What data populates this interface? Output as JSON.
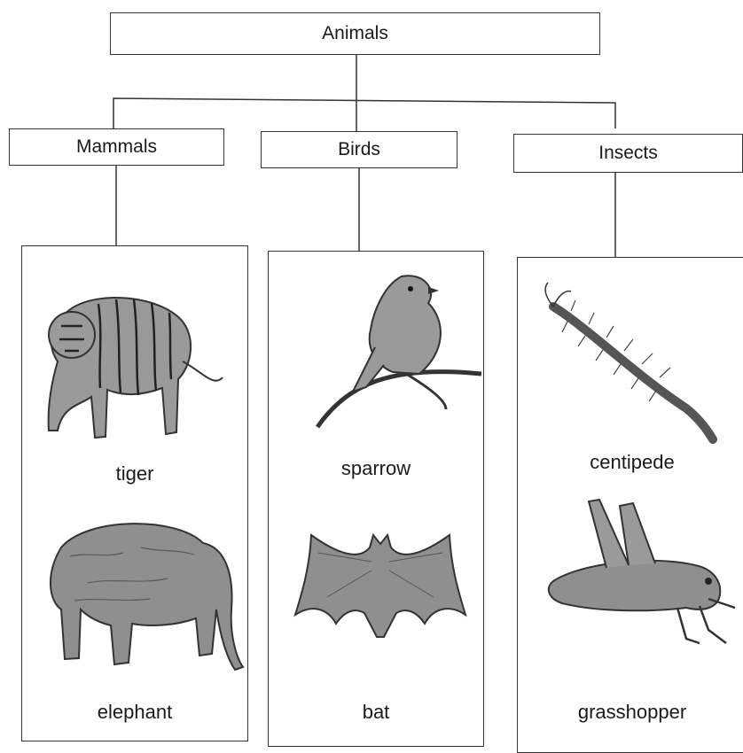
{
  "root": {
    "label": "Animals"
  },
  "categories": [
    {
      "label": "Mammals",
      "animals": [
        "tiger",
        "elephant"
      ]
    },
    {
      "label": "Birds",
      "animals": [
        "sparrow",
        "bat"
      ]
    },
    {
      "label": "Insects",
      "animals": [
        "centipede",
        "grasshopper"
      ]
    }
  ],
  "colors": {
    "line": "#333333",
    "ink": "#3a3a3a",
    "shade": "#8a8a8a"
  }
}
